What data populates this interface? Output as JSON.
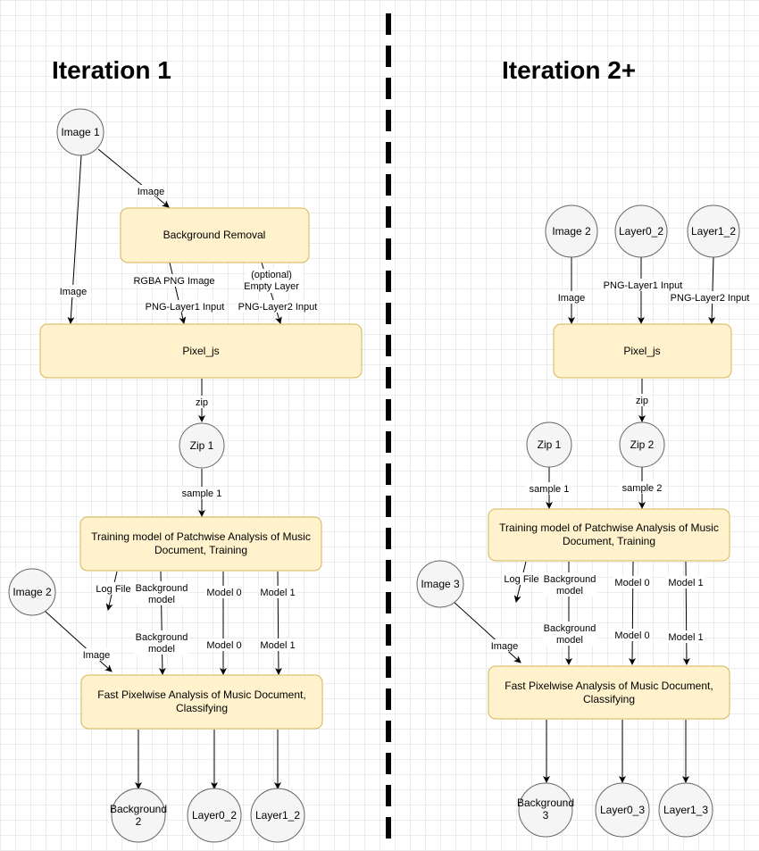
{
  "titles": {
    "left": "Iteration 1",
    "right": "Iteration 2+"
  },
  "left": {
    "image1": "Image 1",
    "bg_removal": "Background Removal",
    "pixel": "Pixel_js",
    "zip1": "Zip 1",
    "training_1": "Training model of Patchwise Analysis of Music",
    "training_2": "Document, Training",
    "image2": "Image 2",
    "fast_1": "Fast Pixelwise Analysis of Music Document,",
    "fast_2": "Classifying",
    "background2_1": "Background",
    "background2_2": "2",
    "layer0": "Layer0_2",
    "layer1": "Layer1_2",
    "labels": {
      "image_top": "Image",
      "image_left": "Image",
      "rgba": "RGBA PNG Image",
      "optional_1": "(optional)",
      "optional_2": "Empty Layer",
      "png1": "PNG-Layer1 Input",
      "png2": "PNG-Layer2 Input",
      "zip": "zip",
      "sample1": "sample 1",
      "logfile": "Log File",
      "bgmodel_a1": "Background",
      "bgmodel_a2": "model",
      "bgmodel_b1": "Background",
      "bgmodel_b2": "model",
      "model0_a": "Model 0",
      "model0_b": "Model 0",
      "model1_a": "Model 1",
      "model1_b": "Model 1",
      "image_bottom": "Image"
    }
  },
  "right": {
    "image2": "Image 2",
    "layer0": "Layer0_2",
    "layer1": "Layer1_2",
    "pixel": "Pixel_js",
    "zip1": "Zip 1",
    "zip2": "Zip 2",
    "training_1": "Training model of Patchwise Analysis of Music",
    "training_2": "Document, Training",
    "image3": "Image 3",
    "fast_1": "Fast Pixelwise Analysis of Music Document,",
    "fast_2": "Classifying",
    "background3_1": "Background",
    "background3_2": "3",
    "layer0_3": "Layer0_3",
    "layer1_3": "Layer1_3",
    "labels": {
      "image": "Image",
      "png1": "PNG-Layer1 Input",
      "png2": "PNG-Layer2 Input",
      "zip": "zip",
      "sample1": "sample 1",
      "sample2": "sample 2",
      "logfile": "Log File",
      "bgmodel_a1": "Background",
      "bgmodel_a2": "model",
      "bgmodel_b1": "Background",
      "bgmodel_b2": "model",
      "model0_a": "Model 0",
      "model0_b": "Model 0",
      "model1_a": "Model 1",
      "model1_b": "Model 1",
      "image_bottom": "Image"
    }
  }
}
